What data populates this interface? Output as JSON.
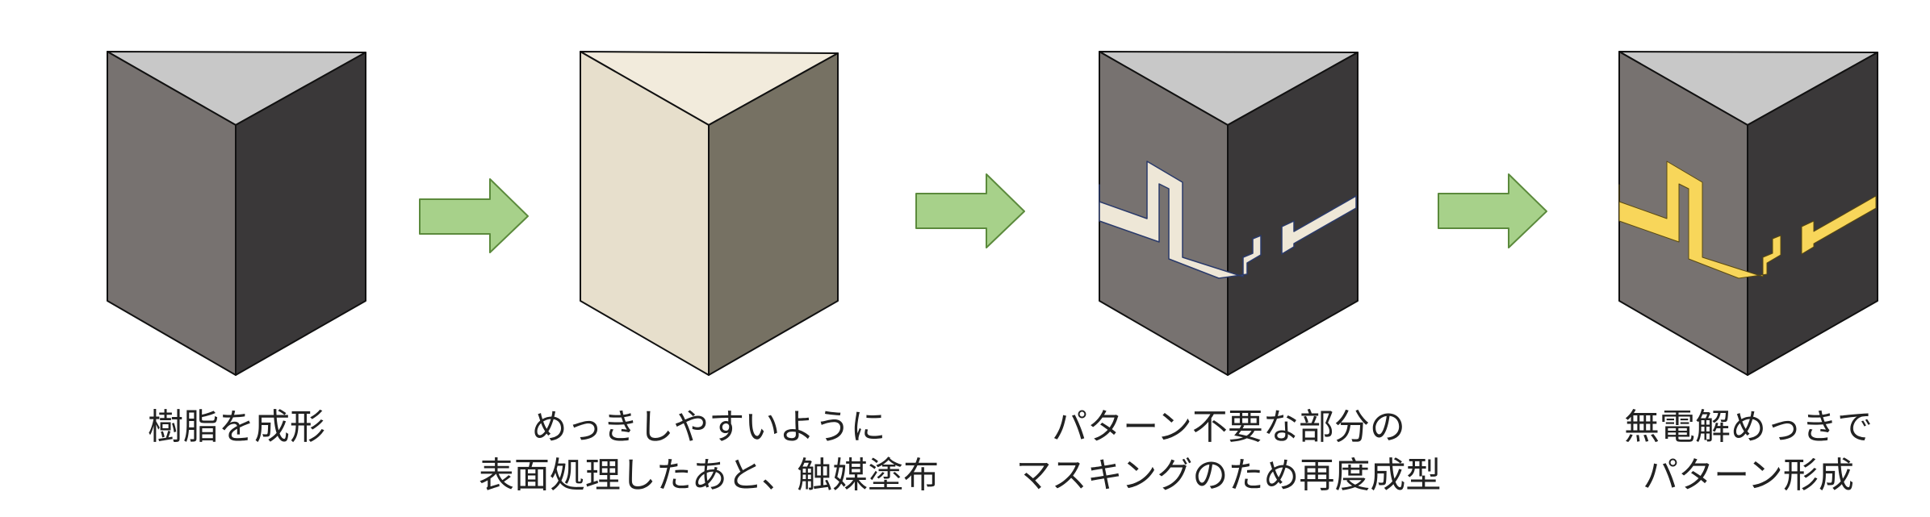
{
  "steps": [
    {
      "label": [
        "樹脂を成形"
      ]
    },
    {
      "label": [
        "めっきしやすいように",
        "表面処理したあと、触媒塗布"
      ]
    },
    {
      "label": [
        "パターン不要な部分の",
        "マスキングのため再度成型"
      ]
    },
    {
      "label": [
        "無電解めっきで",
        "パターン形成"
      ]
    }
  ],
  "colors": {
    "resin_top": "#c8c8c8",
    "resin_left": "#777270",
    "resin_right": "#3a3839",
    "treated_left": "#e7dfcc",
    "treated_right": "#767163",
    "treated_top": "#f2ebdc",
    "mask_pattern": "#eee7d7",
    "plated_pattern": "#f8d65a",
    "arrow_fill": "#a7d18a",
    "arrow_stroke": "#5b8a3c"
  }
}
